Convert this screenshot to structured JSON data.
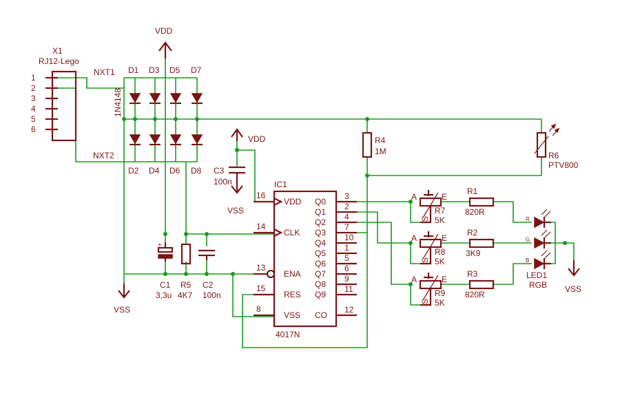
{
  "labels": {
    "vdd_top": "VDD",
    "vdd_mid": "VDD",
    "vss_left": "VSS",
    "vss_c3": "VSS",
    "vss_right": "VSS",
    "x1_name": "X1",
    "x1_value": "RJ12-Lego",
    "x1_pins": [
      "1",
      "2",
      "3",
      "4",
      "5",
      "6"
    ],
    "nxt1": "NXT1",
    "nxt2": "NXT2",
    "diode_type": "1N4148",
    "d1": "D1",
    "d3": "D3",
    "d5": "D5",
    "d7": "D7",
    "d2": "D2",
    "d4": "D4",
    "d6": "D6",
    "d8": "D8",
    "r4_name": "R4",
    "r4_value": "1M",
    "r6_name": "R6",
    "r6_value": "PTV800",
    "c3_name": "C3",
    "c3_value": "100n",
    "ic1_name": "IC1",
    "ic1_value": "4017N",
    "c1_name": "C1",
    "c1_value": "3,3u",
    "r5_name": "R5",
    "r5_value": "4K7",
    "c2_name": "C2",
    "c2_value": "100n",
    "r7_name": "R7",
    "r7_value": "5K",
    "r8_name": "R8",
    "r8_value": "5K",
    "r9_name": "R9",
    "r9_value": "5K",
    "r1_name": "R1",
    "r1_value": "820R",
    "r2_name": "R2",
    "r2_value": "3K9",
    "r3_name": "R3",
    "r3_value": "820R",
    "led1_name": "LED1",
    "led1_value": "RGB",
    "pot_a": "A",
    "pot_e": "E",
    "pot_s": "S",
    "led_r": "R",
    "led_g": "G",
    "led_b": "B"
  },
  "ic": {
    "left_pins": [
      {
        "num": "16",
        "name": "VDD"
      },
      {
        "num": "14",
        "name": "CLK"
      },
      {
        "num": "13",
        "name": "ENA"
      },
      {
        "num": "15",
        "name": "RES"
      },
      {
        "num": "8",
        "name": "VSS"
      }
    ],
    "right_pins": [
      {
        "num": "3",
        "name": "Q0"
      },
      {
        "num": "2",
        "name": "Q1"
      },
      {
        "num": "4",
        "name": "Q2"
      },
      {
        "num": "7",
        "name": "Q3"
      },
      {
        "num": "10",
        "name": "Q4"
      },
      {
        "num": "1",
        "name": "Q5"
      },
      {
        "num": "5",
        "name": "Q6"
      },
      {
        "num": "6",
        "name": "Q7"
      },
      {
        "num": "9",
        "name": "Q8"
      },
      {
        "num": "11",
        "name": "Q9"
      },
      {
        "num": "12",
        "name": "CO"
      }
    ]
  },
  "colors": {
    "wire": "#1a9a1a",
    "symbol": "#7a1414",
    "background": "#ffffff"
  }
}
